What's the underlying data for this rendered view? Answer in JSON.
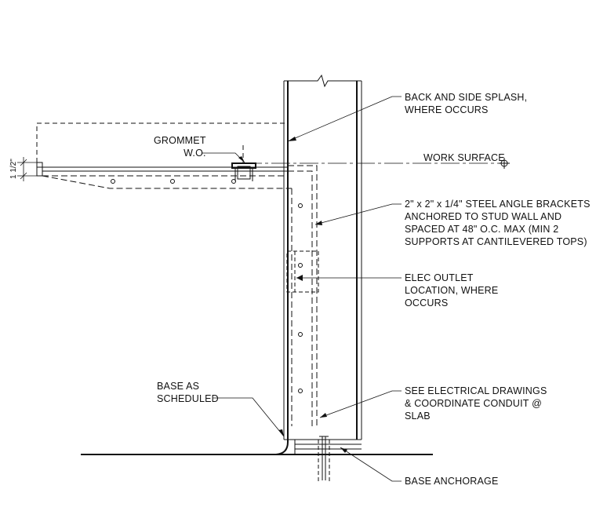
{
  "callouts": {
    "backsplash": [
      "BACK AND SIDE SPLASH,",
      "WHERE OCCURS"
    ],
    "grommet": [
      "GROMMET",
      "W.O."
    ],
    "work_surface": "WORK SURFACE",
    "brackets": [
      "2\" x 2\" x 1/4\" STEEL ANGLE BRACKETS",
      "ANCHORED TO STUD WALL AND",
      "SPACED AT 48\" O.C. MAX (MIN 2",
      "SUPPORTS AT CANTILEVERED TOPS)"
    ],
    "outlet": [
      "ELEC OUTLET",
      "LOCATION, WHERE",
      "OCCURS"
    ],
    "base": [
      "BASE AS",
      "SCHEDULED"
    ],
    "electrical": [
      "SEE ELECTRICAL DRAWINGS",
      "& COORDINATE CONDUIT @",
      "SLAB"
    ],
    "anchorage": "BASE ANCHORAGE"
  },
  "dimension": "1 1/2\""
}
